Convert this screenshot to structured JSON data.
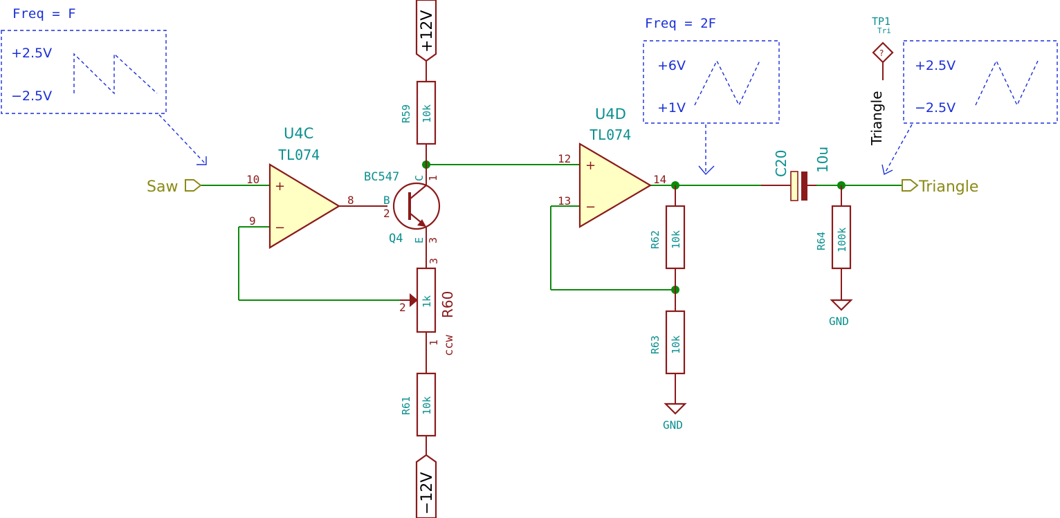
{
  "freq_boxes": {
    "saw": {
      "title": "Freq = F",
      "high": "+2.5V",
      "low": "−2.5V"
    },
    "rect": {
      "title": "Freq = 2F",
      "high": "+6V",
      "low": "+1V"
    },
    "tri": {
      "high": "+2.5V",
      "low": "−2.5V"
    }
  },
  "nets": {
    "saw": "Saw",
    "triangle": "Triangle",
    "tp_triangle": "Triangle"
  },
  "power": {
    "pos": "+12V",
    "neg": "−12V",
    "gnd1": "GND",
    "gnd2": "GND"
  },
  "u4c": {
    "ref": "U4C",
    "value": "TL074",
    "pin_plus": "10",
    "pin_minus": "9",
    "pin_out": "8",
    "plus": "+",
    "minus": "−"
  },
  "u4d": {
    "ref": "U4D",
    "value": "TL074",
    "pin_plus": "12",
    "pin_minus": "13",
    "pin_out": "14",
    "plus": "+",
    "minus": "−"
  },
  "q4": {
    "ref": "Q4",
    "value": "BC547",
    "label_b": "B",
    "label_c": "C",
    "label_e": "E",
    "pin_b": "2",
    "pin_c": "1",
    "pin_e": "3"
  },
  "r59": {
    "ref": "R59",
    "value": "10k"
  },
  "r60": {
    "ref": "R60",
    "value": "1k",
    "pin_top": "3",
    "pin_wiper": "2",
    "pin_bottom": "1",
    "ccw": "ccw"
  },
  "r61": {
    "ref": "R61",
    "value": "10k"
  },
  "r62": {
    "ref": "R62",
    "value": "10k"
  },
  "r63": {
    "ref": "R63",
    "value": "10k"
  },
  "r64": {
    "ref": "R64",
    "value": "100k"
  },
  "c20": {
    "ref": "C20",
    "value": "10u"
  },
  "tp1": {
    "ref": "TP1",
    "value": "Tri",
    "symbol": "?"
  }
}
